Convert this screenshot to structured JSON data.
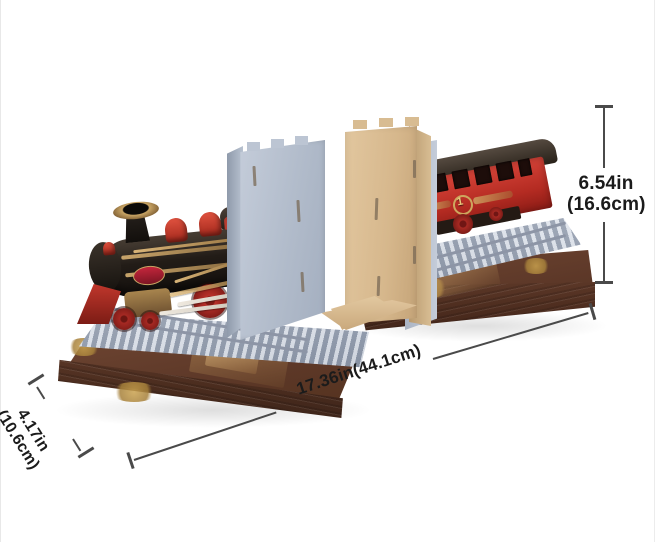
{
  "image": {
    "subject": "Wooden 3D puzzle steam train bookend set",
    "background_color": "#ffffff"
  },
  "dimensions": {
    "height": {
      "name": "height",
      "line1": "6.54in",
      "line2": "(16.6cm)",
      "inches": 6.54,
      "centimeters": 16.6,
      "orientation": "vertical",
      "position": "right"
    },
    "width": {
      "name": "width",
      "text": "17.36in(44.1cm)",
      "inches": 17.36,
      "centimeters": 44.1,
      "orientation": "diagonal",
      "position": "bottom"
    },
    "depth": {
      "name": "depth",
      "line1": "4.17in",
      "line2": "(10.6cm)",
      "inches": 4.17,
      "centimeters": 10.6,
      "orientation": "diagonal",
      "position": "bottom-left"
    }
  },
  "model": {
    "locomotive": {
      "name": "steam-locomotive",
      "body_color": "#1a1512",
      "accent_color": "#b8302a",
      "trim_color": "#c9a463"
    },
    "passenger_car": {
      "name": "passenger-car",
      "body_color": "#b42b22",
      "roof_color": "#2a2219",
      "emblem_number": "1",
      "trim_color": "#cda75e"
    },
    "base": {
      "name": "book-base",
      "color": "#5a3627"
    },
    "track_bed": {
      "name": "track-bed",
      "color": "#b9c2d2"
    },
    "bookend_panel_left": {
      "name": "bookend-panel-left",
      "color": "#b2bccb"
    },
    "bookend_panel_right": {
      "name": "bookend-panel-right",
      "color": "#d6b78c"
    }
  }
}
